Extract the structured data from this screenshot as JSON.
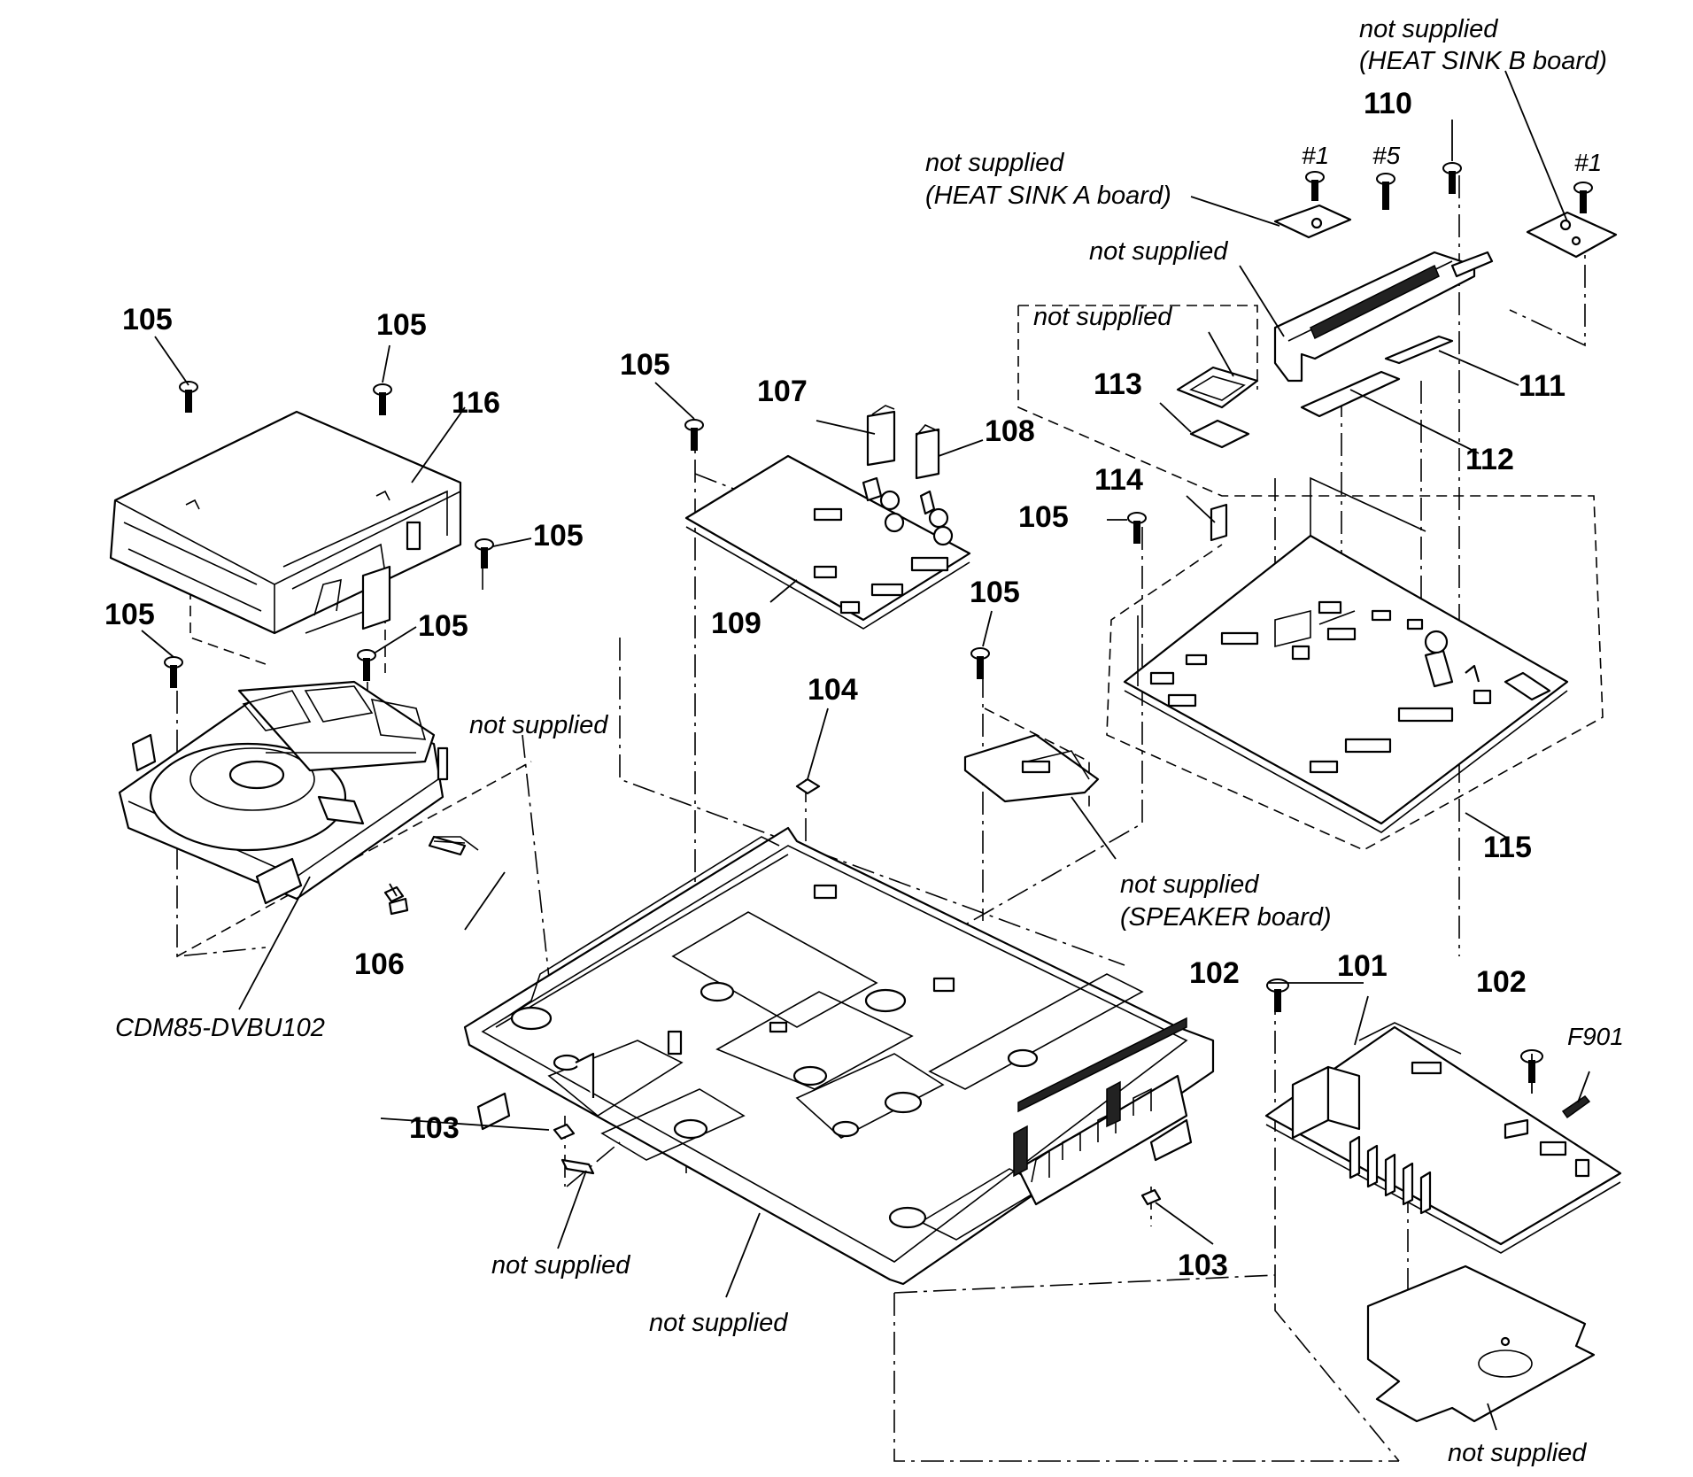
{
  "diagram": {
    "part_labels": {
      "p101": "101",
      "p102a": "102",
      "p102b": "102",
      "p103a": "103",
      "p103b": "103",
      "p104": "104",
      "p105a": "105",
      "p105b": "105",
      "p105c": "105",
      "p105d": "105",
      "p105e": "105",
      "p105f": "105",
      "p105g": "105",
      "p105h": "105",
      "p106": "106",
      "p107": "107",
      "p108": "108",
      "p109": "109",
      "p110": "110",
      "p111": "111",
      "p112": "112",
      "p113": "113",
      "p114": "114",
      "p115": "115",
      "p116": "116",
      "f901": "F901"
    },
    "screw_marks": {
      "h1a": "#1",
      "h5": "#5",
      "h1b": "#1"
    },
    "notes": {
      "heat_sink_b_1": "not supplied",
      "heat_sink_b_2": "(HEAT SINK B board)",
      "heat_sink_a_1": "not supplied",
      "heat_sink_a_2": "(HEAT SINK A board)",
      "heat_sink_bracket": "not supplied",
      "ic_holder": "not supplied",
      "mech_cable": "not supplied",
      "speaker_1": "not supplied",
      "speaker_2": "(SPEAKER board)",
      "foot_sheet": "not supplied",
      "chassis": "not supplied",
      "insulator": "not supplied"
    },
    "model": "CDM85-DVBU102"
  }
}
